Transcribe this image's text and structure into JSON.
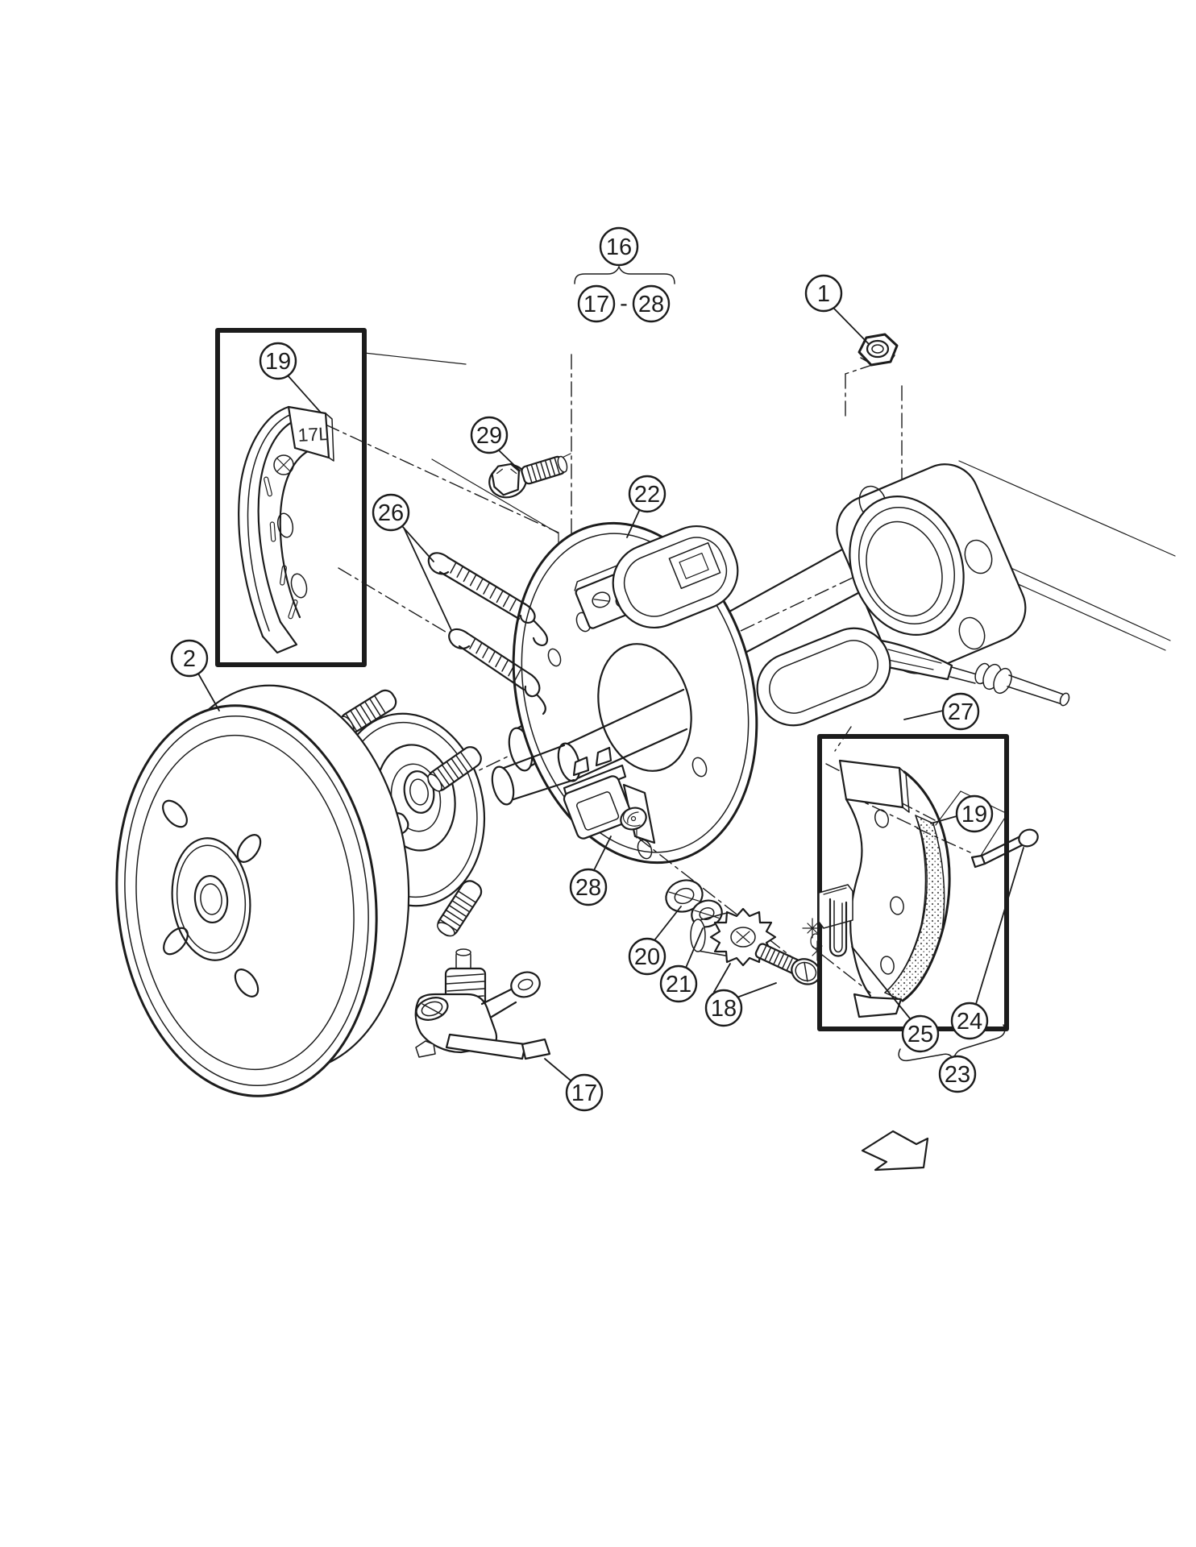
{
  "figure": {
    "kind": "exploded-parts-diagram",
    "subject": "rear-brake-drum-assembly",
    "background_color": "#ffffff",
    "line_color": "#1c1c1c"
  },
  "callouts": {
    "c1": "1",
    "c2": "2",
    "c16": "16",
    "c17": "17",
    "c18": "18",
    "c19": "19",
    "c20": "20",
    "c21": "21",
    "c22": "22",
    "c23": "23",
    "c24": "24",
    "c25": "25",
    "c26": "26",
    "c27": "27",
    "c28": "28",
    "c29": "29"
  },
  "range_label": {
    "start": "17",
    "separator": "-",
    "end": "28"
  },
  "part_stamp": "17L"
}
